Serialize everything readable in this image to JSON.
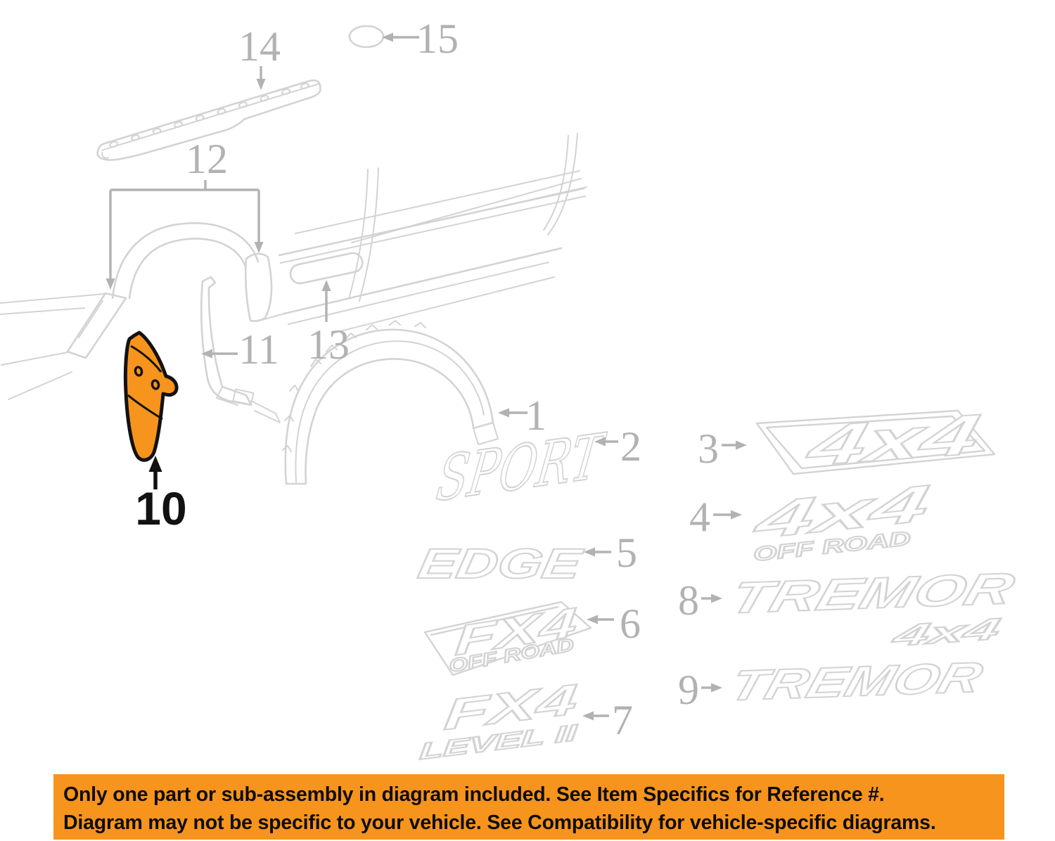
{
  "part_diagram": {
    "highlighted_part_number": "10",
    "callouts": {
      "c1": "1",
      "c2": "2",
      "c3": "3",
      "c4": "4",
      "c5": "5",
      "c6": "6",
      "c7": "7",
      "c8": "8",
      "c9": "9",
      "c10": "10",
      "c11": "11",
      "c12": "12",
      "c13": "13",
      "c14": "14",
      "c15": "15"
    },
    "emblems": {
      "sport": "SPORT",
      "edge": "EDGE",
      "fx4": "FX4",
      "off_road": "OFF ROAD",
      "level_ii": "LEVEL II",
      "four_x_four": "4x4",
      "tremor": "TREMOR"
    },
    "colors": {
      "highlight_orange": "#f7941e",
      "line_gray": "#d3d3d4",
      "label_gray": "#b2b2b3",
      "outline_black": "#121212",
      "banner_bg": "#f7941d",
      "banner_text": "#0d0d0d",
      "background": "#ffffff"
    },
    "banner": {
      "line1": "Only one part or sub-assembly in diagram included. See Item Specifics for Reference #.",
      "line2": "Diagram may not be specific to your vehicle. See Compatibility for vehicle-specific diagrams."
    }
  }
}
